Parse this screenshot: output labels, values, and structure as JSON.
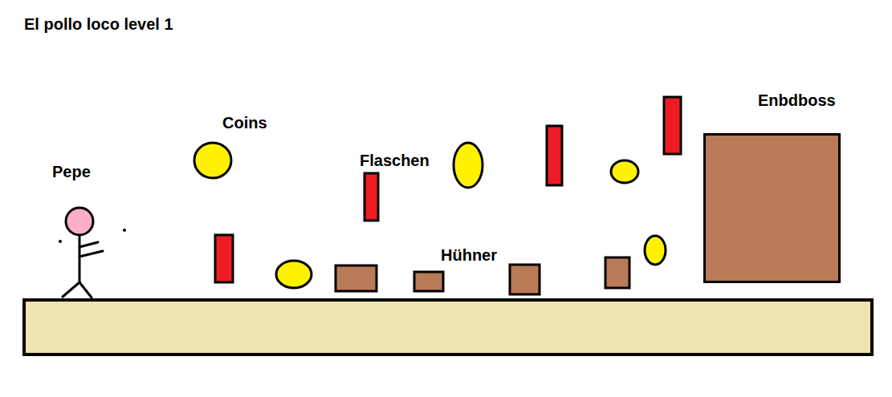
{
  "diagram": {
    "title": "El pollo loco level 1",
    "nodes": [
      {
        "text": [
          "Enbdboss"
        ]
      }
    ],
    "labels": [
      "Pepe",
      "Coins",
      "Flaschen",
      "Hühner"
    ]
  }
}
